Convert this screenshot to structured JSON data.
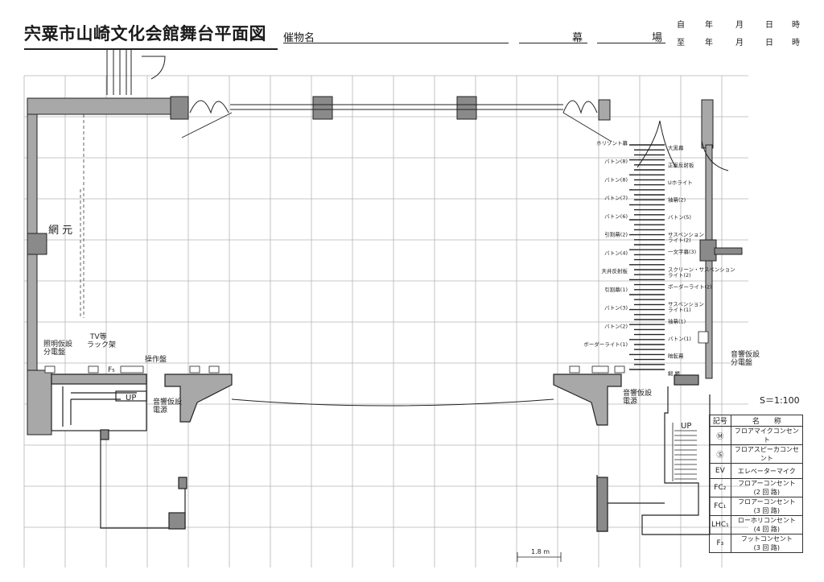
{
  "header": {
    "title": "宍粟市山崎文化会館舞台平面図",
    "event_label": "催物名",
    "act_label": "幕",
    "scene_label": "場",
    "from_row": [
      "自",
      "年",
      "月",
      "日",
      "時"
    ],
    "to_row": [
      "至",
      "年",
      "月",
      "日",
      "時"
    ]
  },
  "labels": {
    "amimoto": "網 元",
    "lighting_panel": "照明仮設\n分電盤",
    "tv_rack": "TV等\nラック架",
    "fs": "F₅",
    "operation_panel": "操作盤",
    "up_left": "UP",
    "up_right": "UP",
    "sound_power_left": "音響仮設\n電源",
    "sound_power_right": "音響仮設\n電源",
    "sound_panel_right": "音響仮設\n分電盤",
    "dimension": "1.8 m"
  },
  "batons_left": [
    "ホリゾント幕",
    "バトン(8)",
    "バトン(8)",
    "バトン(7)",
    "バトン(6)",
    "引割幕(2)",
    "バトン(4)",
    "天井反射板",
    "引割幕(1)",
    "バトン(3)",
    "バトン(2)",
    "ボーダーライト(1)"
  ],
  "batons_right": [
    "大黒幕",
    "正面反射板",
    "Uホライト",
    "袖幕(2)",
    "バトン(5)",
    "サスペンション\nライト(2)",
    "一文字幕(3)",
    "スクリーン・サスペンション\nライト(2)",
    "ボーダーライト(2)",
    "サスペンション\nライト(1)",
    "袖幕(1)",
    "バトン(1)",
    "暗転幕",
    "緞 帳"
  ],
  "scale": "S＝1:100",
  "legend": {
    "headers": [
      "記号",
      "名　　称"
    ],
    "rows": [
      {
        "symbol": "Ⓜ",
        "name": "フロアマイクコンセント"
      },
      {
        "symbol": "Ⓢ",
        "name": "フロアスピーカコンセント"
      },
      {
        "symbol": "EV",
        "name": "エレベーターマイク"
      },
      {
        "symbol": "FC₂",
        "name": "フロアーコンセント\n(2 回 路)"
      },
      {
        "symbol": "FC₁",
        "name": "フロアーコンセント\n(3 回 路)"
      },
      {
        "symbol": "LHC₁",
        "name": "ローホリコンセント\n(4 回 路)"
      },
      {
        "symbol": "F₃",
        "name": "フットコンセント\n(3 回 路)"
      }
    ]
  },
  "colors": {
    "ink": "#222222",
    "grid": "#b5b5b5",
    "pillar": "#8a8a8a",
    "wall": "#a8a8a8"
  }
}
